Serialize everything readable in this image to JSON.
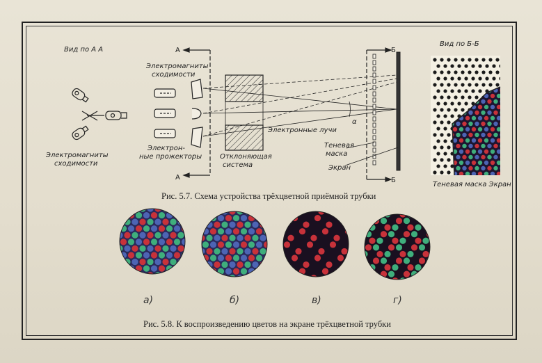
{
  "figure_57": {
    "view_aa": "Вид по А А",
    "convergence_top": [
      "Электромагниты",
      "сходимости"
    ],
    "convergence_left": [
      "Электромагниты",
      "сходимости"
    ],
    "projectors": [
      "Электрон-",
      "ные прожекторы"
    ],
    "deflection": [
      "Отклоняющая",
      "система"
    ],
    "beams": "Электронные лучи",
    "alpha": "α",
    "shadow_mask": [
      "Теневая",
      "маска"
    ],
    "screen": "Экран",
    "section_a": "А",
    "section_b": "Б",
    "view_bb": "Вид по Б-Б",
    "bottom_right": "Теневая маска  Экран",
    "caption": "Рис. 5.7. Схема устройства трёхцветной приёмной трубки"
  },
  "figure_58": {
    "labels": [
      "а)",
      "б)",
      "в)",
      "г)"
    ],
    "caption": "Рис. 5.8. К воспроизведению цветов на экране трёхцветной трубки"
  },
  "colors": {
    "red": "#c8323a",
    "green": "#3fae7c",
    "blue": "#4d64b4",
    "dark_bg": "#1a1020"
  }
}
